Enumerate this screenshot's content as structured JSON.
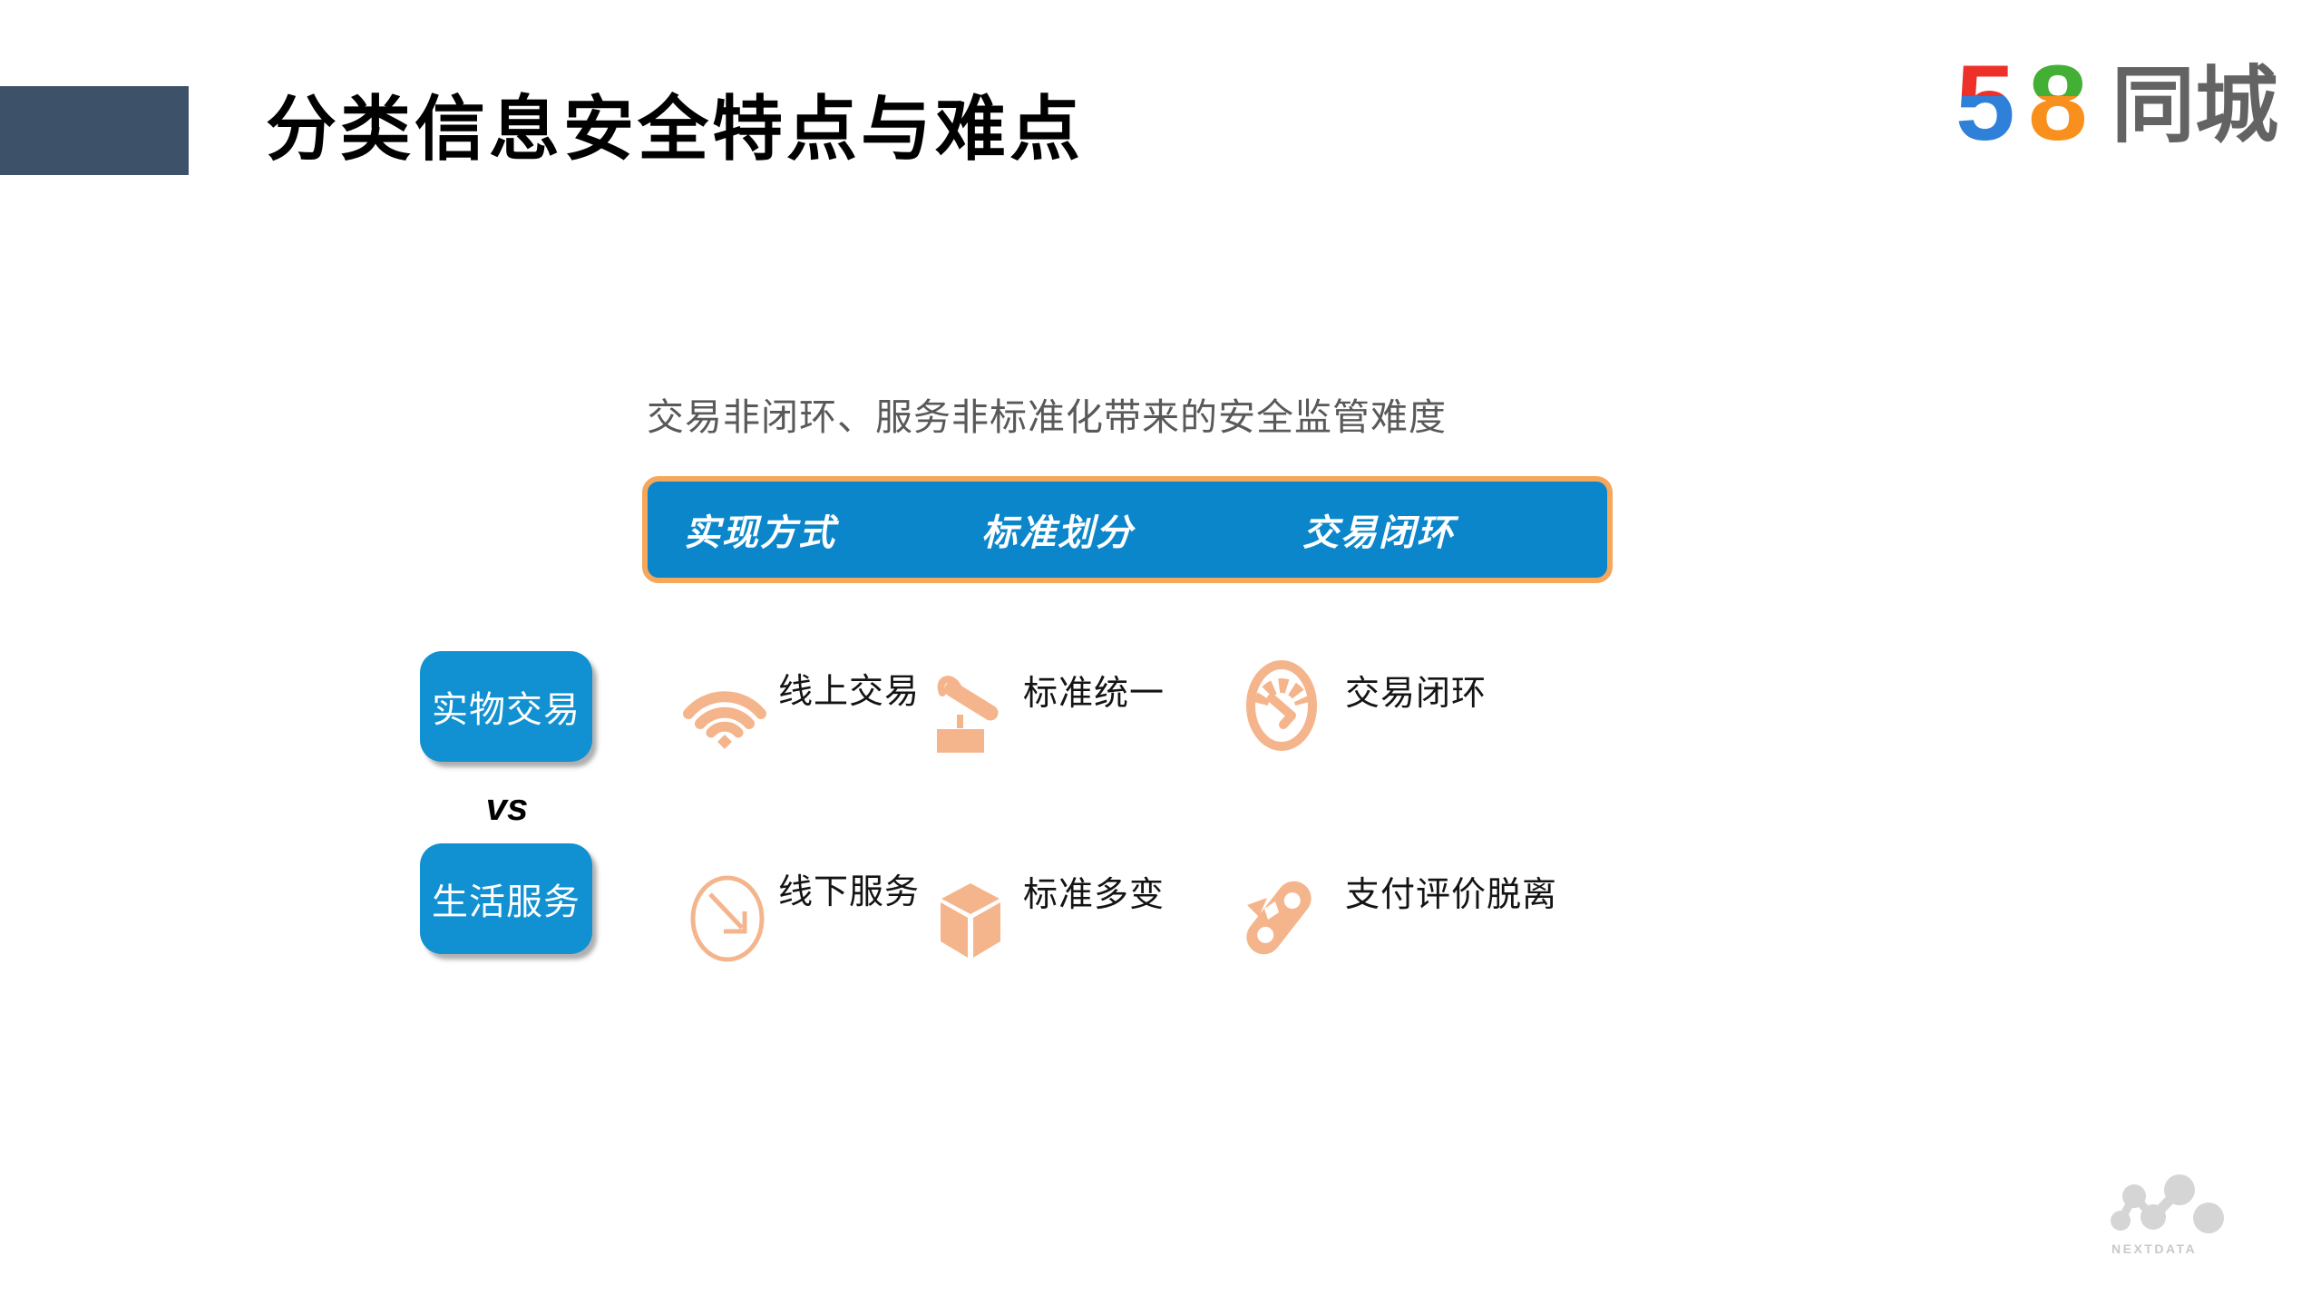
{
  "slide": {
    "title": "分类信息安全特点与难点",
    "subtitle": "交易非闭环、服务非标准化带来的安全监管难度"
  },
  "logo": {
    "digit1": "5",
    "digit2": "8",
    "name": "同城"
  },
  "matrix": {
    "columns": [
      "实现方式",
      "标准划分",
      "交易闭环"
    ]
  },
  "comparison": {
    "top": "实物交易",
    "vs": "vs",
    "bottom": "生活服务"
  },
  "rows": {
    "physical": [
      {
        "icon": "wifi-icon",
        "label": "线上交易"
      },
      {
        "icon": "gavel-icon",
        "label": "标准统一"
      },
      {
        "icon": "gauge-icon",
        "label": "交易闭环"
      }
    ],
    "life_services": [
      {
        "icon": "arrow-down-right-circle-icon",
        "label": "线下服务"
      },
      {
        "icon": "cube-icon",
        "label": "标准多变"
      },
      {
        "icon": "broken-link-icon",
        "label": "支付评价脱离"
      }
    ]
  },
  "watermark": "NEXTDATA",
  "colors": {
    "navy": "#3D5168",
    "bar-blue": "#0B86CB",
    "button-blue": "#1190D2",
    "border-orange": "#F5A75C",
    "icon-peach": "#F5B58C",
    "subtitle-gray": "#595959",
    "logo-red": "#ED3128",
    "logo-blue": "#2E80D8",
    "logo-green": "#43AF35",
    "logo-orange": "#F9901D",
    "logo-gray": "#636363",
    "watermark-gray": "#D5D5D5",
    "watermark-text-gray": "#C9C9C9"
  }
}
